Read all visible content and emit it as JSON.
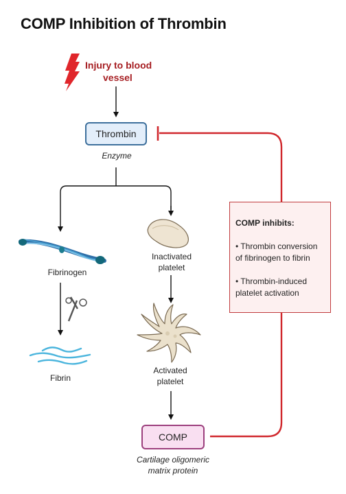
{
  "title": "COMP Inhibition of Thrombin",
  "injury": {
    "line1": "Injury to blood",
    "line2": "vessel"
  },
  "thrombin": {
    "label": "Thrombin",
    "caption": "Enzyme"
  },
  "fibrinogen": {
    "label": "Fibrinogen"
  },
  "fibrin": {
    "label": "Fibrin"
  },
  "inactivated_platelet": {
    "line1": "Inactivated",
    "line2": "platelet"
  },
  "activated_platelet": {
    "line1": "Activated",
    "line2": "platelet"
  },
  "comp": {
    "label": "COMP",
    "caption_line1": "Cartilage oligomeric",
    "caption_line2": "matrix protein"
  },
  "inhibits": {
    "heading": "COMP inhibits:",
    "points": [
      "• Thrombin conversion of fibrinogen to fibrin",
      "• Thrombin-induced platelet activation"
    ]
  },
  "colors": {
    "inhibition_line": "#d0272c",
    "thrombin_border": "#3d6f9c",
    "thrombin_fill": "#e3eefa",
    "comp_border": "#9c3f7d",
    "comp_fill": "#f9dff1",
    "injury_text": "#a61e22"
  },
  "icons": [
    "lightning-icon",
    "fibrinogen-icon",
    "scissors-icon",
    "fibrin-strands-icon",
    "inactivated-platelet-icon",
    "activated-platelet-icon"
  ]
}
